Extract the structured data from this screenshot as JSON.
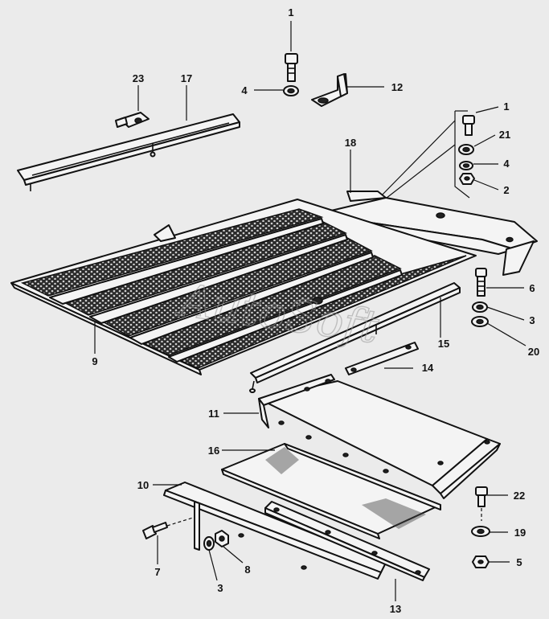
{
  "watermark": "AutoSoft",
  "callouts": {
    "c1_top": "1",
    "c4_top": "4",
    "c12": "12",
    "c23": "23",
    "c17": "17",
    "c1_right": "1",
    "c21": "21",
    "c4_right": "4",
    "c2": "2",
    "c18": "18",
    "c6": "6",
    "c3_right": "3",
    "c20": "20",
    "c9": "9",
    "c15": "15",
    "c14": "14",
    "c11": "11",
    "c16": "16",
    "c10": "10",
    "c22": "22",
    "c19": "19",
    "c5": "5",
    "c7": "7",
    "c3_bottom": "3",
    "c8": "8",
    "c13": "13"
  }
}
